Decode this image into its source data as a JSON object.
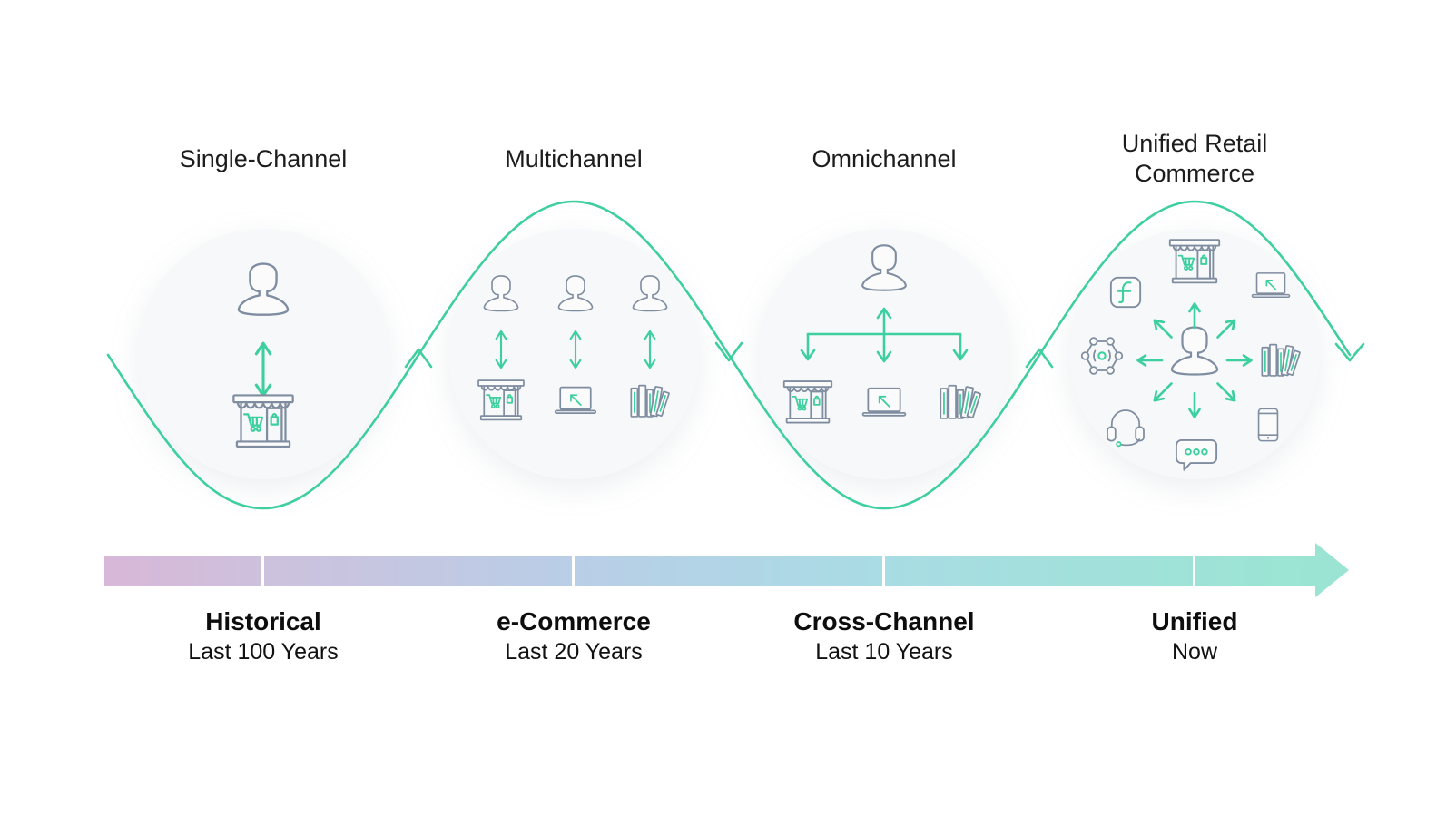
{
  "colors": {
    "accent_green": "#3ECF9E",
    "icon_stroke": "#7F8DA0",
    "timeline_gradient": [
      "#D8B7D8",
      "#CDC1DD",
      "#B9CEE7",
      "#A9DCE4",
      "#9BE4D3"
    ]
  },
  "stages": [
    {
      "title": "Single-Channel",
      "era_label": "Historical",
      "era_time": "Last 100 Years",
      "icons": [
        "person-icon",
        "two-way-arrow-icon",
        "store-icon"
      ]
    },
    {
      "title": "Multichannel",
      "era_label": "e-Commerce",
      "era_time": "Last 20 Years",
      "icons": [
        "person-icon",
        "two-way-arrow-icon",
        "store-icon",
        "laptop-icon",
        "books-icon"
      ]
    },
    {
      "title": "Omnichannel",
      "era_label": "Cross-Channel",
      "era_time": "Last 10 Years",
      "icons": [
        "person-icon",
        "branching-arrows-icon",
        "store-icon",
        "laptop-icon",
        "books-icon"
      ]
    },
    {
      "title": "Unified Retail Commerce",
      "era_label": "Unified",
      "era_time": "Now",
      "icons": [
        "person-icon",
        "radiating-arrows-icon",
        "store-icon",
        "laptop-icon",
        "books-icon",
        "smartphone-icon",
        "chat-icon",
        "headset-icon",
        "network-icon",
        "facebook-icon"
      ]
    }
  ]
}
